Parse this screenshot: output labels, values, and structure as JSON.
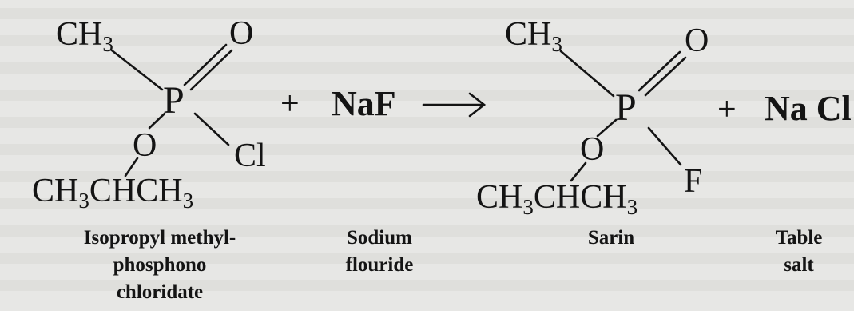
{
  "reactant1": {
    "ch3": "CH",
    "ch3_sub": "3",
    "o_double": "O",
    "p": "P",
    "o_ether": "O",
    "cl": "Cl",
    "iso_a": "CH",
    "iso_a_sub": "3",
    "iso_b": "CHCH",
    "iso_b_sub": "3",
    "label_lines": [
      "Isopropyl methyl-",
      "phosphono",
      "chloridate"
    ]
  },
  "plus1": "+",
  "reactant2": {
    "formula": "NaF",
    "label_lines": [
      "Sodium",
      "flouride"
    ]
  },
  "arrow": "⟶",
  "product1": {
    "ch3": "CH",
    "ch3_sub": "3",
    "o_double": "O",
    "p": "P",
    "o_ether": "O",
    "f": "F",
    "iso_a": "CH",
    "iso_a_sub": "3",
    "iso_b": "CHCH",
    "iso_b_sub": "3",
    "label_lines": [
      "Sarin"
    ]
  },
  "plus2": "+",
  "product2": {
    "formula": "Na Cl",
    "label_lines": [
      "Table",
      "salt"
    ]
  },
  "colors": {
    "ink": "#141414",
    "paper": "#e7e7e5",
    "show_through": "#d8d8d6"
  }
}
